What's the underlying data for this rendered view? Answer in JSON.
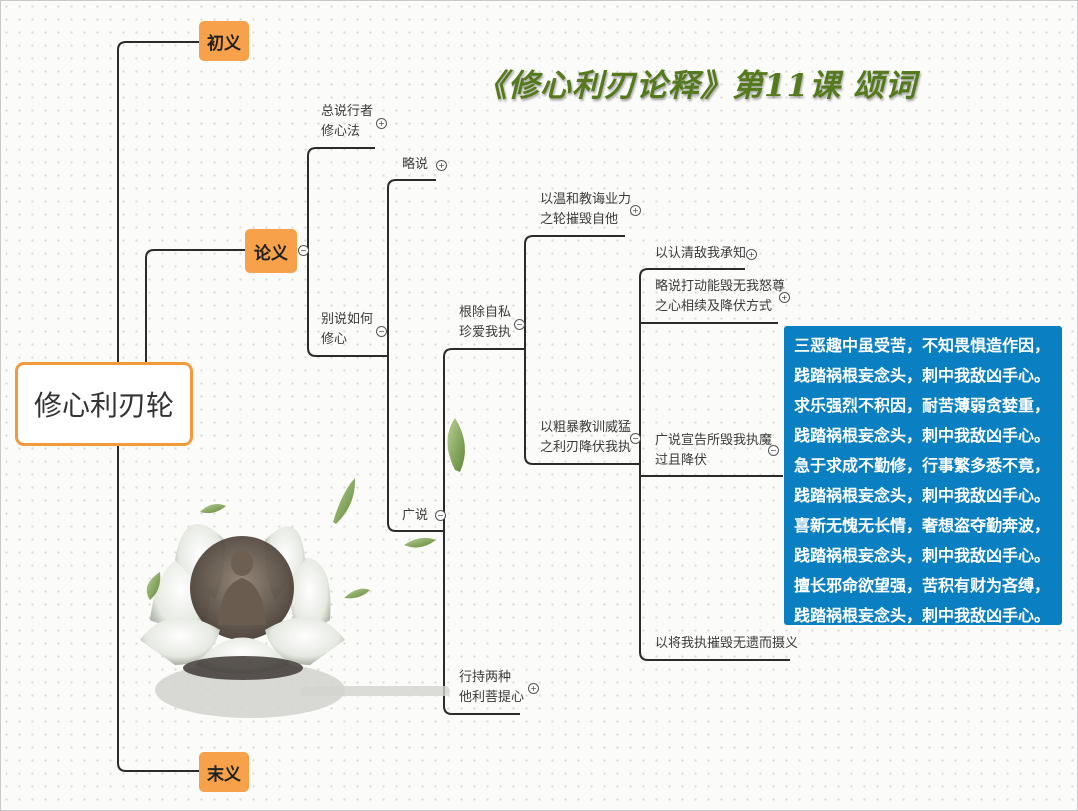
{
  "title": "《修心利刃论释》第11课 颂词",
  "root": "修心利刃轮",
  "sections": {
    "chuyi": "初义",
    "lunyi": "论义",
    "moyi": "末义"
  },
  "nodes": {
    "zongshuo": [
      "总说行者",
      "修心法"
    ],
    "bieshuo": [
      "别说如何",
      "修心"
    ],
    "lueshuo": "略说",
    "guangshuo": "广说",
    "genchu": [
      "根除自私",
      "珍爱我执"
    ],
    "xingchi": [
      "行持两种",
      "他利菩提心"
    ],
    "wenhe": [
      "以温和教诲业力",
      "之轮摧毁自他"
    ],
    "cubao": [
      "以粗暴教训威猛",
      "之利刃降伏我执"
    ],
    "renqing": "以认清敌我承知",
    "lueshuo_dadong": [
      "略说打动能毁无我怒尊",
      "之心相续及降伏方式"
    ],
    "guangshuo_xuangao": [
      "广说宣告所毁我执魔",
      "过且降伏"
    ],
    "cuihui": "以将我执摧毁无遗而摄义"
  },
  "toggles": {
    "collapsed": "+",
    "expanded": "−"
  },
  "verse": [
    "三恶趣中虽受苦，不知畏惧造作因，",
    "践踏祸根妄念头，刺中我敌凶手心。",
    "求乐强烈不积因，耐苦薄弱贪婪重，",
    "践踏祸根妄念头，刺中我敌凶手心。",
    "急于求成不勤修，行事繁多悉不竟，",
    "践踏祸根妄念头，刺中我敌凶手心。",
    "喜新无愧无长情，奢想盗夺勤奔波，",
    "践踏祸根妄念头，刺中我敌凶手心。",
    "擅长邪命欲望强，苦积有财为吝缚，",
    "践踏祸根妄念头，刺中我敌凶手心。"
  ],
  "colors": {
    "accent_orange": "#f7a14a",
    "verse_blue": "#0a7fc1",
    "title_green": "#557a1d",
    "line": "#2b2b2b"
  }
}
